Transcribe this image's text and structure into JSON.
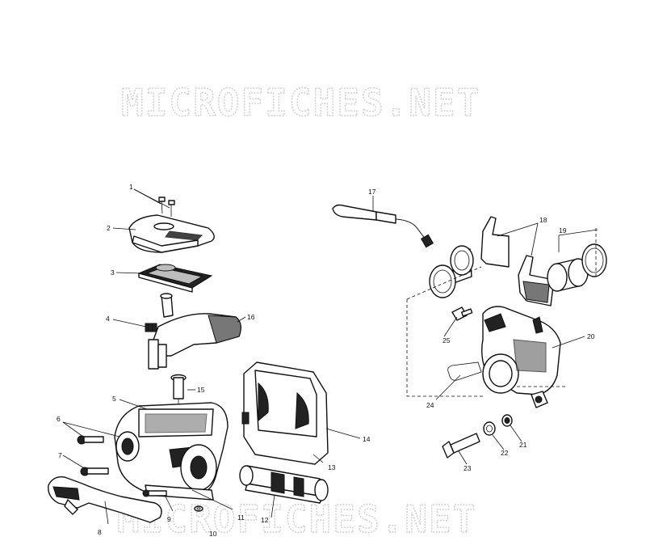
{
  "watermark": {
    "top": "MICROFICHES.NET",
    "bottom": "MICROFICHES.NET"
  },
  "callouts": [
    "1",
    "2",
    "3",
    "4",
    "5",
    "6",
    "7",
    "8",
    "9",
    "10",
    "11",
    "12",
    "13",
    "14",
    "15",
    "16",
    "17",
    "18",
    "19",
    "20",
    "21",
    "22",
    "23",
    "24",
    "25"
  ],
  "colors": {
    "ink": "#111111",
    "watermark": "#cfcfcf",
    "background": "#ffffff"
  }
}
